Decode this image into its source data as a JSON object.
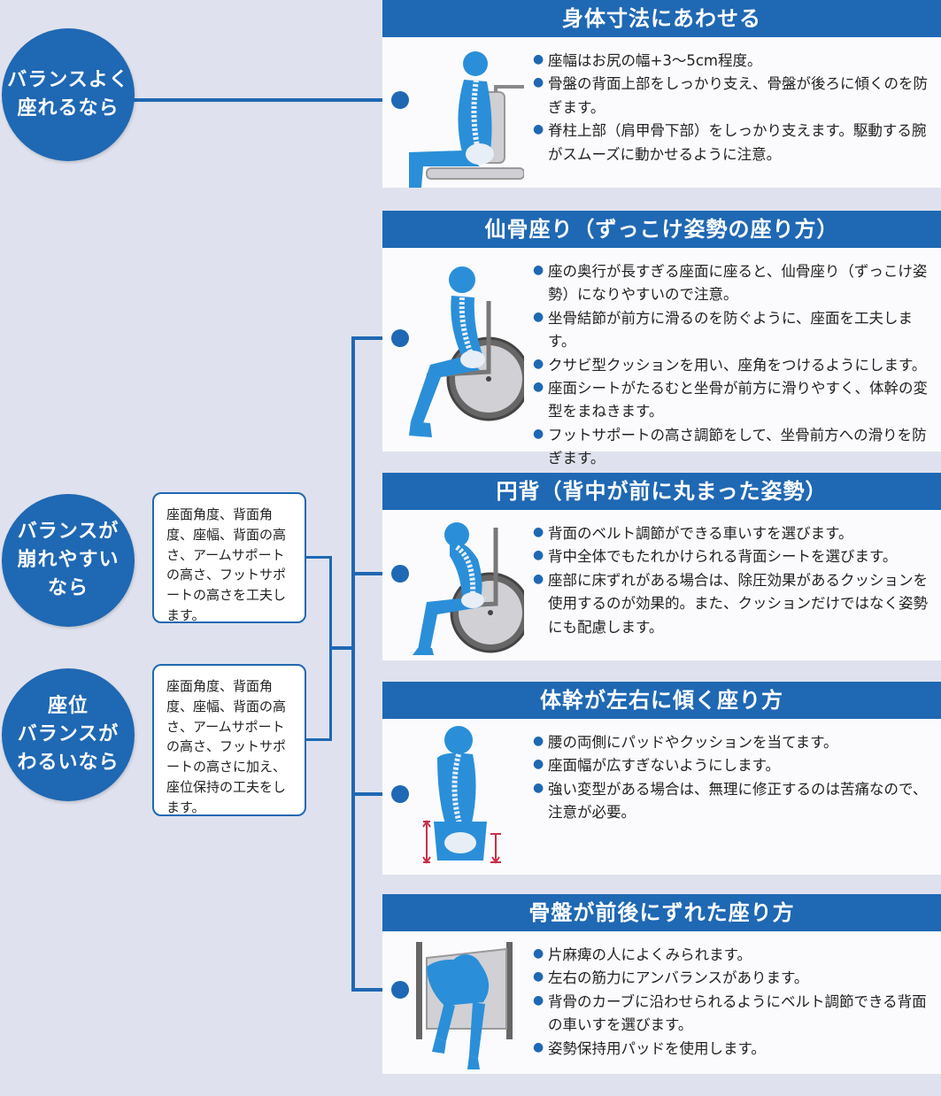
{
  "colors": {
    "accent": "#1f68b3",
    "figure": "#2a8fd8",
    "background": "#dfe2ee"
  },
  "conditions": [
    {
      "label": "バランスよく\n座れるなら"
    },
    {
      "label": "バランスが\n崩れやすい\nなら"
    },
    {
      "label": "座位\nバランスが\nわるいなら"
    }
  ],
  "notes": [
    {
      "text": "座面角度、背面角度、座幅、背面の高さ、アームサポートの高さ、フットサポートの高さを工夫します。"
    },
    {
      "text": "座面角度、背面角度、座幅、背面の高さ、アームサポートの高さ、フットサポートの高さに加え、座位保持の工夫をします。"
    }
  ],
  "panels": [
    {
      "title": "身体寸法にあわせる",
      "illustration": "seated-posture-good-icon",
      "bullets": [
        "座幅はお尻の幅+3〜5cm程度。",
        "骨盤の背面上部をしっかり支え、骨盤が後ろに傾くのを防ぎます。",
        "脊柱上部（肩甲骨下部）をしっかり支えます。駆動する腕がスムーズに動かせるように注意。"
      ]
    },
    {
      "title": "仙骨座り（ずっこけ姿勢の座り方）",
      "illustration": "sacral-sitting-wheelchair-icon",
      "bullets": [
        "座の奥行が長すぎる座面に座ると、仙骨座り（ずっこけ姿勢）になりやすいので注意。",
        "坐骨結節が前方に滑るのを防ぐように、座面を工夫します。",
        "クサビ型クッションを用い、座角をつけるようにします。",
        "座面シートがたるむと坐骨が前方に滑りやすく、体幹の変型をまねきます。",
        "フットサポートの高さ調節をして、坐骨前方への滑りを防ぎます。"
      ]
    },
    {
      "title": "円背（背中が前に丸まった姿勢）",
      "illustration": "rounded-back-wheelchair-icon",
      "bullets": [
        "背面のベルト調節ができる車いすを選びます。",
        "背中全体でもたれかけられる背面シートを選びます。",
        "座部に床ずれがある場合は、除圧効果があるクッションを使用するのが効果的。また、クッションだけではなく姿勢にも配慮します。"
      ]
    },
    {
      "title": "体幹が左右に傾く座り方",
      "illustration": "trunk-lateral-tilt-icon",
      "bullets": [
        "腰の両側にパッドやクッションを当てます。",
        "座面幅が広すぎないようにします。",
        "強い変型がある場合は、無理に修正するのは苦痛なので、注意が必要。"
      ]
    },
    {
      "title": "骨盤が前後にずれた座り方",
      "illustration": "pelvis-rotation-topview-icon",
      "bullets": [
        "片麻痺の人によくみられます。",
        "左右の筋力にアンバランスがあります。",
        "背骨のカーブに沿わせられるようにベルト調節できる背面の車いすを選びます。",
        "姿勢保持用パッドを使用します。"
      ]
    }
  ]
}
